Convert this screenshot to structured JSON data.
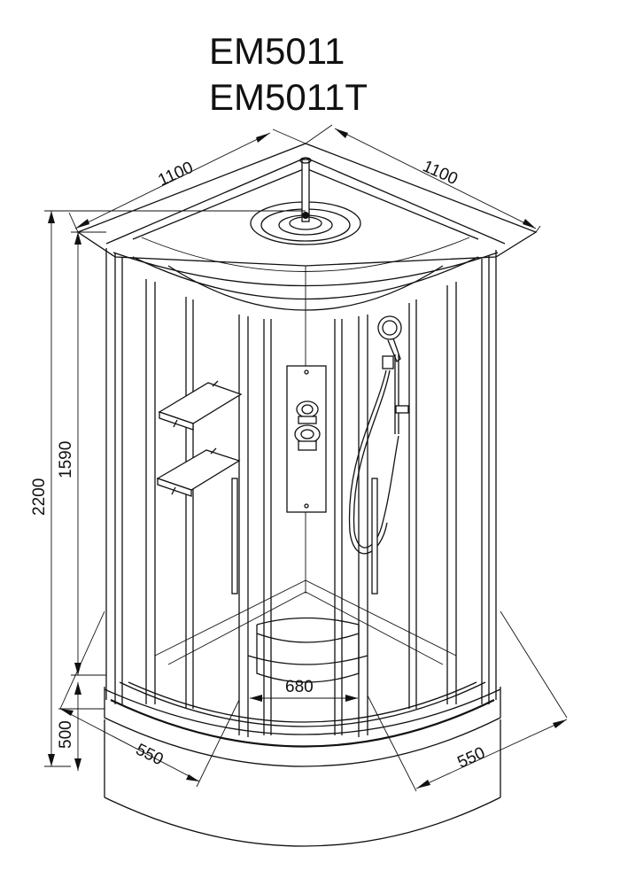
{
  "title": {
    "model_line1": "EM5011",
    "model_line2": "EM5011T"
  },
  "dimensions": {
    "width_left": "1100",
    "width_right": "1100",
    "total_height": "2200",
    "cabin_height": "1590",
    "tray_height": "500",
    "base_left": "550",
    "base_right": "550",
    "door_width": "680"
  },
  "colors": {
    "line": "#111111",
    "background": "#ffffff"
  },
  "icons": [
    "overhead-shower-icon",
    "hand-shower-icon",
    "mixer-control-icon",
    "glass-shelf-icon",
    "door-handle-icon"
  ]
}
